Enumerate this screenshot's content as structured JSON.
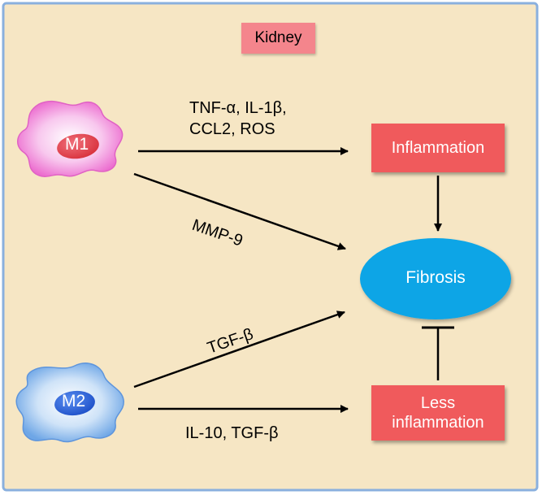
{
  "diagram": {
    "title": "Kidney",
    "cells": [
      {
        "id": "m1",
        "label": "M1",
        "color": "#f07ad8"
      },
      {
        "id": "m2",
        "label": "M2",
        "color": "#7fb3ec"
      }
    ],
    "boxes": {
      "inflammation": "Inflammation",
      "less_inflammation_line1": "Less",
      "less_inflammation_line2": "inflammation"
    },
    "fibrosis": "Fibrosis",
    "edge_labels": {
      "m1_inflammation_line1": "TNF-α, IL-1β,",
      "m1_inflammation_line2": "CCL2, ROS",
      "m1_fibrosis": "MMP-9",
      "m2_fibrosis": "TGF-β",
      "m2_less_inflammation": "IL-10, TGF-β"
    },
    "colors": {
      "background": "#f6e6c4",
      "box": "#f05a5c",
      "title_box": "#f4858c",
      "fibrosis": "#0aa5e6",
      "border": "#8ab0de"
    }
  }
}
